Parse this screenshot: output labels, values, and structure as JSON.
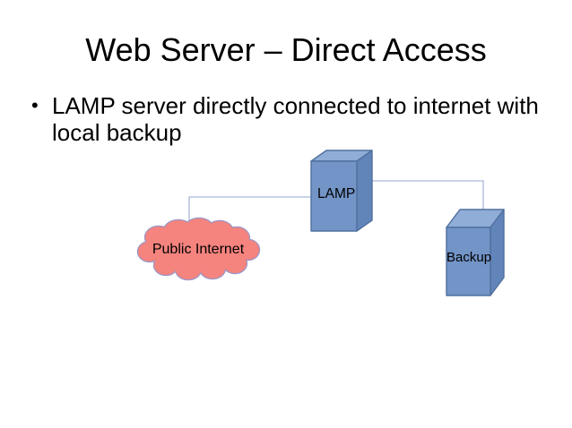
{
  "slide": {
    "title": "Web Server – Direct Access",
    "bullet_marker": "•",
    "bullet_items": [
      "LAMP server directly connected to internet with local backup"
    ]
  },
  "diagram": {
    "nodes": {
      "internet": {
        "label": "Public Internet",
        "shape": "cloud"
      },
      "lamp": {
        "label": "LAMP",
        "shape": "server-box-3d"
      },
      "backup": {
        "label": "Backup",
        "shape": "server-box-3d"
      }
    },
    "edges": [
      {
        "from": "internet",
        "to": "lamp"
      },
      {
        "from": "lamp",
        "to": "backup"
      }
    ],
    "colors": {
      "box_front": "#7294c7",
      "box_top": "#8fadd6",
      "box_side": "#6185b9",
      "box_stroke": "#50709f",
      "cloud_fill": "#f5837e",
      "cloud_stroke": "#9b97c6",
      "connector": "#a9b7d9",
      "text": "#000000"
    }
  }
}
